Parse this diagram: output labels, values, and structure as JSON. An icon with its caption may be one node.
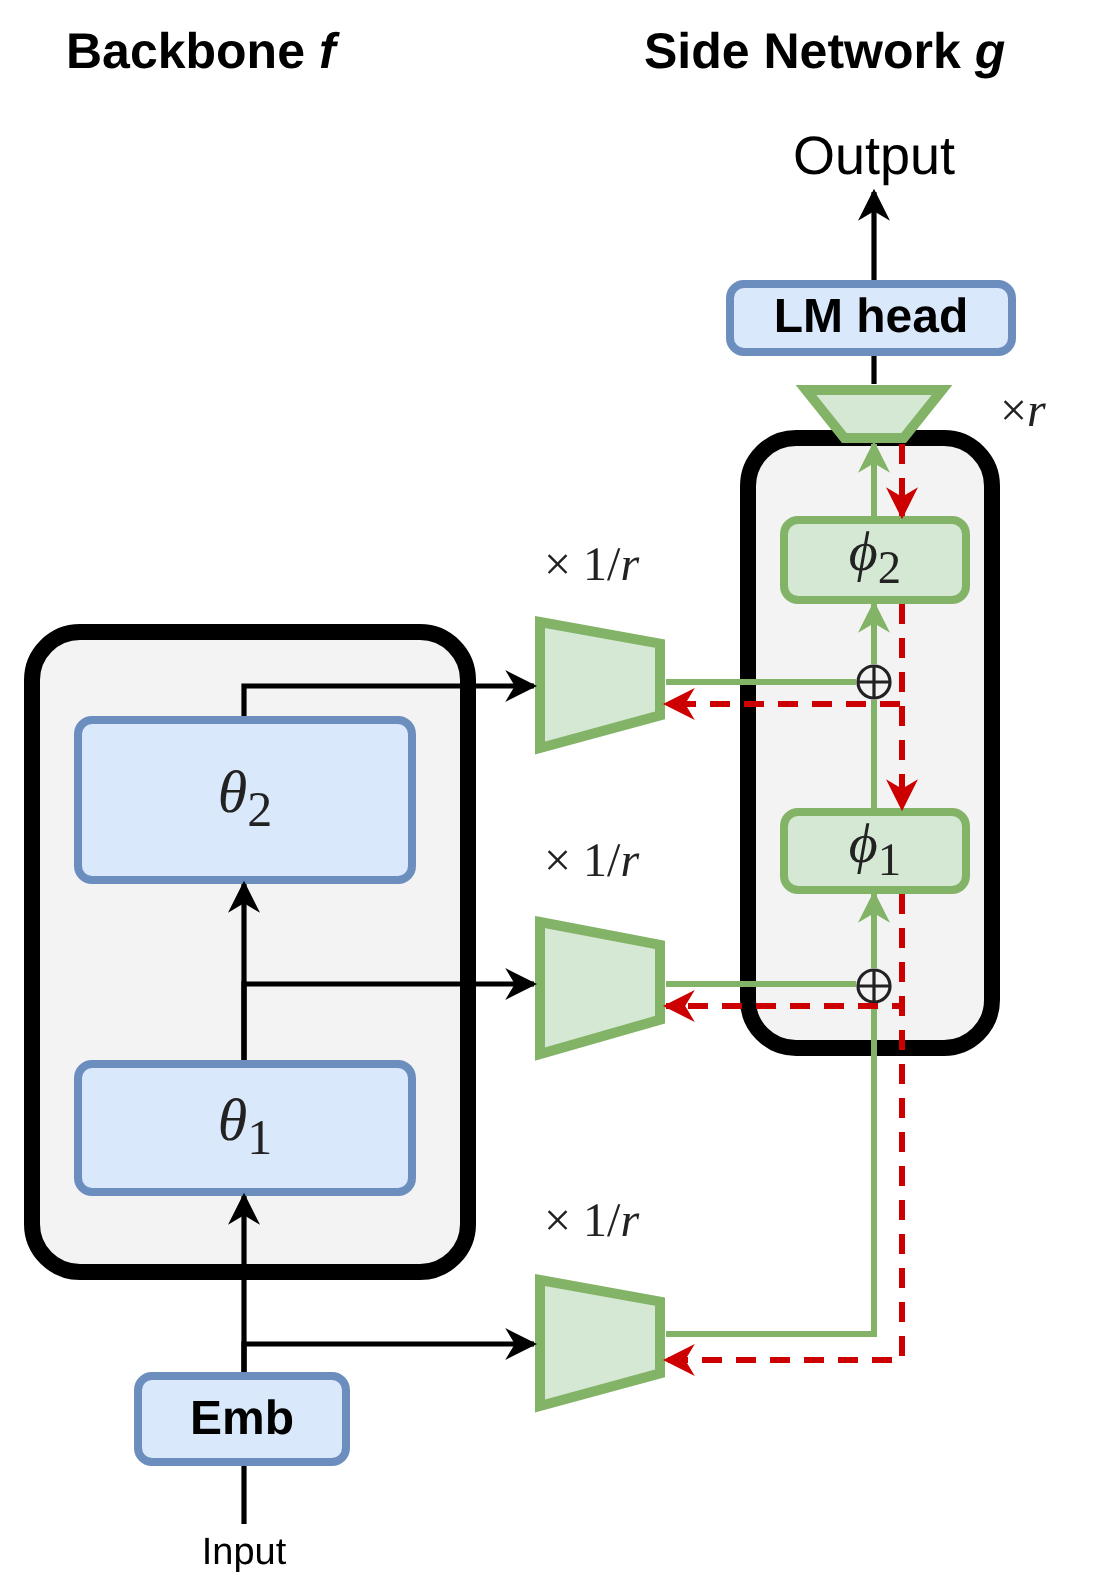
{
  "diagram": {
    "nodes": [
      {
        "text": [],
        "shape": "box"
      },
      {
        "text": [
          "*θ*$_{2}$"
        ],
        "in": 0
      },
      {
        "text": [
          "*θ*$_{1}$"
        ],
        "in": 0
      },
      {
        "text": [
          "Emb"
        ]
      },
      {
        "text": [
          "Input"
        ]
      },
      {
        "text": [],
        "shape": "box"
      },
      {
        "text": [
          "*ϕ*$_{2}$"
        ],
        "in": 5
      },
      {
        "text": [
          "*ϕ*$_{1}$"
        ],
        "in": 5
      },
      {
        "text": [],
        "shape": "circle",
        "in": 5
      },
      {
        "text": [],
        "shape": "circle",
        "in": 5
      },
      {
        "text": [
          "LM head"
        ]
      },
      {
        "text": [
          "Output"
        ]
      },
      {
        "text": [],
        "shape": "trapezoid",
        "beside": [
          "× 1/*r*"
        ]
      },
      {
        "text": [],
        "shape": "trapezoid",
        "beside": [
          "× 1/*r*"
        ]
      },
      {
        "text": [],
        "shape": "trapezoid",
        "beside": [
          "× 1/*r*"
        ]
      },
      {
        "text": [],
        "shape": "trapezoid",
        "beside": [
          "×*r*"
        ]
      }
    ],
    "edges": [
      {
        "from": 4,
        "to": 3,
        "arrow": "none"
      },
      {
        "from": 3,
        "to": 2,
        "arrow": "to"
      },
      {
        "from": 2,
        "to": 1,
        "arrow": "to"
      },
      {
        "from": 1,
        "to": 12,
        "arrow": "to"
      },
      {
        "from": 2,
        "to": 13,
        "arrow": "to"
      },
      {
        "from": 3,
        "to": 14,
        "arrow": "to"
      },
      {
        "from": 14,
        "to": 9,
        "arrow": "none",
        "color": "#82b366"
      },
      {
        "from": 13,
        "to": 9,
        "arrow": "none",
        "color": "#82b366"
      },
      {
        "from": 9,
        "to": 7,
        "arrow": "to",
        "color": "#82b366"
      },
      {
        "from": 7,
        "to": 8,
        "arrow": "none",
        "color": "#82b366"
      },
      {
        "from": 12,
        "to": 8,
        "arrow": "none",
        "color": "#82b366"
      },
      {
        "from": 8,
        "to": 6,
        "arrow": "to",
        "color": "#82b366"
      },
      {
        "from": 6,
        "to": 15,
        "arrow": "to",
        "color": "#82b366"
      },
      {
        "from": 15,
        "to": 10,
        "arrow": "none"
      },
      {
        "from": 10,
        "to": 11,
        "arrow": "to"
      },
      {
        "from": 15,
        "to": 6,
        "arrow": "to",
        "style": "dashed",
        "color": "#cc0000"
      },
      {
        "from": 6,
        "to": 12,
        "arrow": "to",
        "style": "dashed",
        "color": "#cc0000"
      },
      {
        "from": 6,
        "to": 7,
        "arrow": "to",
        "style": "dashed",
        "color": "#cc0000"
      },
      {
        "from": 7,
        "to": 13,
        "arrow": "to",
        "style": "dashed",
        "color": "#cc0000"
      },
      {
        "from": 7,
        "to": 14,
        "arrow": "to",
        "style": "dashed",
        "color": "#cc0000"
      }
    ],
    "labels": [
      "Backbone *f*",
      "Side Network *g*"
    ]
  }
}
